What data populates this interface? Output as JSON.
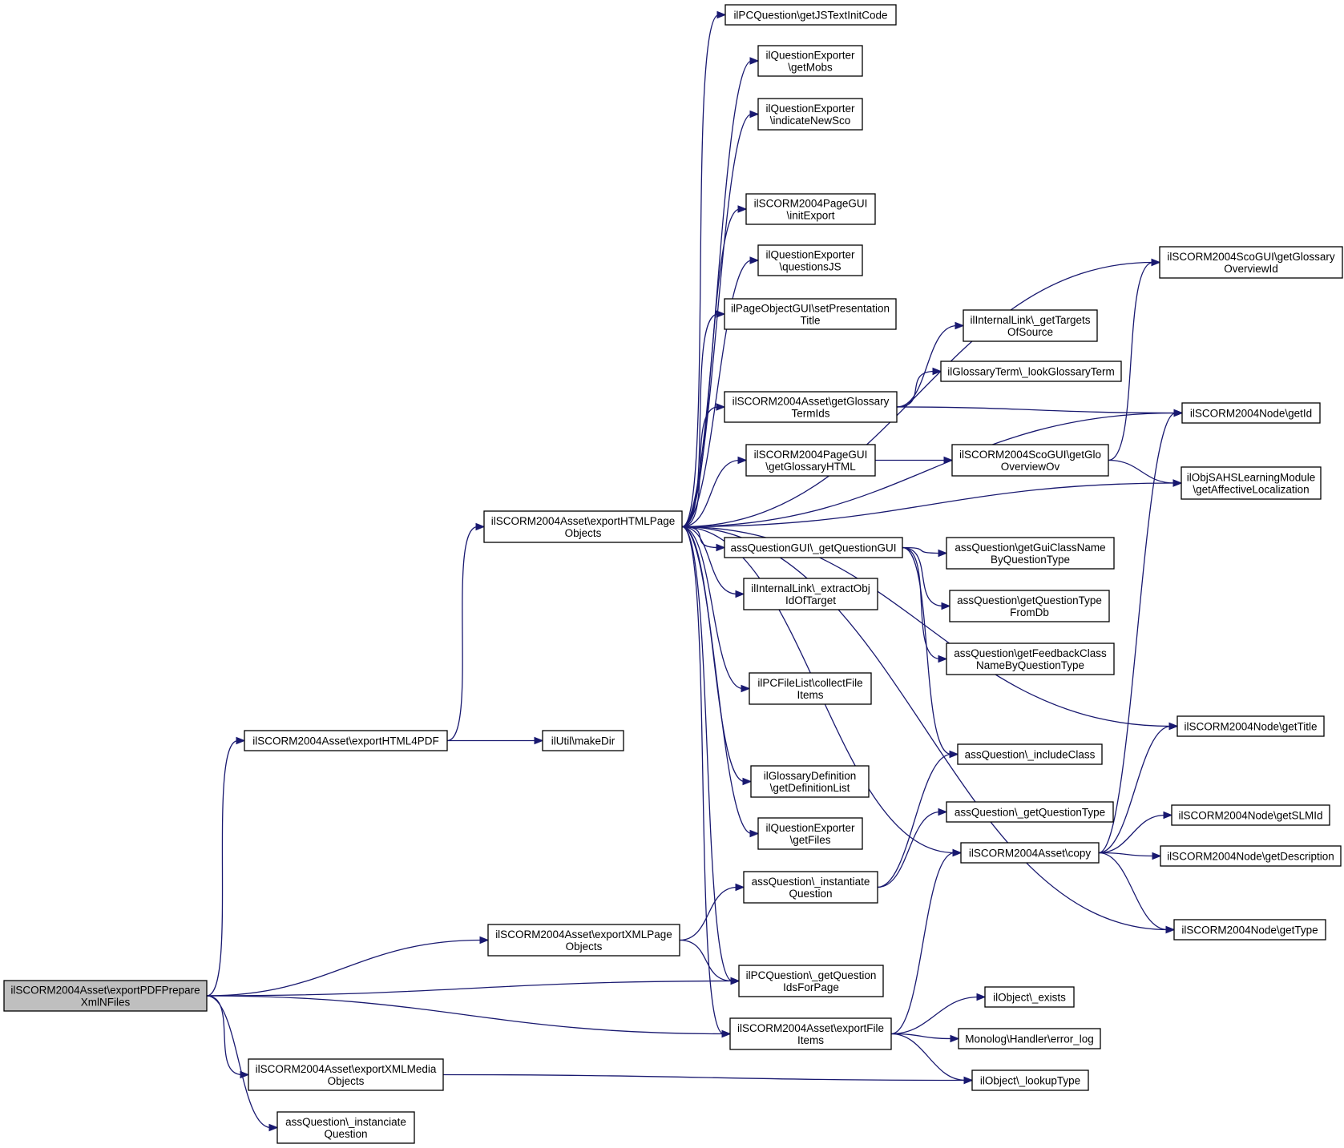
{
  "diagram": {
    "root": "root",
    "nodes": [
      {
        "id": "root",
        "lines": [
          "ilSCORM2004Asset\\exportPDFPrepare",
          "XmlNFiles"
        ]
      },
      {
        "id": "html4pdf",
        "lines": [
          "ilSCORM2004Asset\\exportHTML4PDF"
        ]
      },
      {
        "id": "makedir",
        "lines": [
          "ilUtil\\makeDir"
        ]
      },
      {
        "id": "htmlpage",
        "lines": [
          "ilSCORM2004Asset\\exportHTMLPage",
          "Objects"
        ]
      },
      {
        "id": "jstext",
        "lines": [
          "ilPCQuestion\\getJSTextInitCode"
        ]
      },
      {
        "id": "getmobs",
        "lines": [
          "ilQuestionExporter",
          "\\getMobs"
        ]
      },
      {
        "id": "newsco",
        "lines": [
          "ilQuestionExporter",
          "\\indicateNewSco"
        ]
      },
      {
        "id": "initexport",
        "lines": [
          "ilSCORM2004PageGUI",
          "\\initExport"
        ]
      },
      {
        "id": "questionsjs",
        "lines": [
          "ilQuestionExporter",
          "\\questionsJS"
        ]
      },
      {
        "id": "setpres",
        "lines": [
          "ilPageObjectGUI\\setPresentation",
          "Title"
        ]
      },
      {
        "id": "glossterm",
        "lines": [
          "ilSCORM2004Asset\\getGlossary",
          "TermIds"
        ]
      },
      {
        "id": "glosshtml",
        "lines": [
          "ilSCORM2004PageGUI",
          "\\getGlossaryHTML"
        ]
      },
      {
        "id": "getquestiongui",
        "lines": [
          "assQuestionGUI\\_getQuestionGUI"
        ]
      },
      {
        "id": "extractobj",
        "lines": [
          "ilInternalLink\\_extractObj",
          "IdOfTarget"
        ]
      },
      {
        "id": "collectfile",
        "lines": [
          "ilPCFileList\\collectFile",
          "Items"
        ]
      },
      {
        "id": "getdeflist",
        "lines": [
          "ilGlossaryDefinition",
          "\\getDefinitionList"
        ]
      },
      {
        "id": "getfiles",
        "lines": [
          "ilQuestionExporter",
          "\\getFiles"
        ]
      },
      {
        "id": "instantiateq",
        "lines": [
          "assQuestion\\_instantiate",
          "Question"
        ]
      },
      {
        "id": "xmlpage",
        "lines": [
          "ilSCORM2004Asset\\exportXMLPage",
          "Objects"
        ]
      },
      {
        "id": "getqids",
        "lines": [
          "ilPCQuestion\\_getQuestion",
          "IdsForPage"
        ]
      },
      {
        "id": "exportfile",
        "lines": [
          "ilSCORM2004Asset\\exportFile",
          "Items"
        ]
      },
      {
        "id": "xmlmedia",
        "lines": [
          "ilSCORM2004Asset\\exportXMLMedia",
          "Objects"
        ]
      },
      {
        "id": "instanciateq",
        "lines": [
          "assQuestion\\_instanciate",
          "Question"
        ]
      },
      {
        "id": "gettargets",
        "lines": [
          "ilInternalLink\\_getTargets",
          "OfSource"
        ]
      },
      {
        "id": "lookglossary",
        "lines": [
          "ilGlossaryTerm\\_lookGlossaryTerm"
        ]
      },
      {
        "id": "getglooverviewov",
        "lines": [
          "ilSCORM2004ScoGUI\\getGlo",
          "OverviewOv"
        ]
      },
      {
        "id": "guiclassname",
        "lines": [
          "assQuestion\\getGuiClassName",
          "ByQuestionType"
        ]
      },
      {
        "id": "qtypefromdb",
        "lines": [
          "assQuestion\\getQuestionType",
          "FromDb"
        ]
      },
      {
        "id": "feedbackclass",
        "lines": [
          "assQuestion\\getFeedbackClass",
          "NameByQuestionType"
        ]
      },
      {
        "id": "includeclass",
        "lines": [
          "assQuestion\\_includeClass"
        ]
      },
      {
        "id": "getquestiontype",
        "lines": [
          "assQuestion\\_getQuestionType"
        ]
      },
      {
        "id": "copy",
        "lines": [
          "ilSCORM2004Asset\\copy"
        ]
      },
      {
        "id": "exists",
        "lines": [
          "ilObject\\_exists"
        ]
      },
      {
        "id": "errorlog",
        "lines": [
          "Monolog\\Handler\\error_log"
        ]
      },
      {
        "id": "lookuptype",
        "lines": [
          "ilObject\\_lookupType"
        ]
      },
      {
        "id": "getgloverview",
        "lines": [
          "ilSCORM2004ScoGUI\\getGlossary",
          "OverviewId"
        ]
      },
      {
        "id": "getid",
        "lines": [
          "ilSCORM2004Node\\getId"
        ]
      },
      {
        "id": "affective",
        "lines": [
          "ilObjSAHSLearningModule",
          "\\getAffectiveLocalization"
        ]
      },
      {
        "id": "gettitle",
        "lines": [
          "ilSCORM2004Node\\getTitle"
        ]
      },
      {
        "id": "getslmid",
        "lines": [
          "ilSCORM2004Node\\getSLMId"
        ]
      },
      {
        "id": "getdesc",
        "lines": [
          "ilSCORM2004Node\\getDescription"
        ]
      },
      {
        "id": "gettype",
        "lines": [
          "ilSCORM2004Node\\getType"
        ]
      }
    ],
    "edges": [
      [
        "root",
        "html4pdf"
      ],
      [
        "root",
        "xmlpage"
      ],
      [
        "root",
        "getqids"
      ],
      [
        "root",
        "exportfile"
      ],
      [
        "root",
        "xmlmedia"
      ],
      [
        "root",
        "instanciateq"
      ],
      [
        "html4pdf",
        "makedir"
      ],
      [
        "html4pdf",
        "htmlpage"
      ],
      [
        "htmlpage",
        "jstext"
      ],
      [
        "htmlpage",
        "getmobs"
      ],
      [
        "htmlpage",
        "newsco"
      ],
      [
        "htmlpage",
        "initexport"
      ],
      [
        "htmlpage",
        "questionsjs"
      ],
      [
        "htmlpage",
        "setpres"
      ],
      [
        "htmlpage",
        "glossterm"
      ],
      [
        "htmlpage",
        "glosshtml"
      ],
      [
        "htmlpage",
        "getquestiongui"
      ],
      [
        "htmlpage",
        "extractobj"
      ],
      [
        "htmlpage",
        "collectfile"
      ],
      [
        "htmlpage",
        "getdeflist"
      ],
      [
        "htmlpage",
        "getfiles"
      ],
      [
        "htmlpage",
        "getqids"
      ],
      [
        "htmlpage",
        "exportfile"
      ],
      [
        "htmlpage",
        "getgloverview"
      ],
      [
        "htmlpage",
        "getid"
      ],
      [
        "htmlpage",
        "affective"
      ],
      [
        "htmlpage",
        "gettitle"
      ],
      [
        "htmlpage",
        "copy"
      ],
      [
        "htmlpage",
        "gettype"
      ],
      [
        "glossterm",
        "gettargets"
      ],
      [
        "glossterm",
        "lookglossary"
      ],
      [
        "glossterm",
        "getid"
      ],
      [
        "glosshtml",
        "getglooverviewov"
      ],
      [
        "getglooverviewov",
        "getgloverview"
      ],
      [
        "getglooverviewov",
        "affective"
      ],
      [
        "getquestiongui",
        "guiclassname"
      ],
      [
        "getquestiongui",
        "qtypefromdb"
      ],
      [
        "getquestiongui",
        "feedbackclass"
      ],
      [
        "getquestiongui",
        "includeclass"
      ],
      [
        "instantiateq",
        "includeclass"
      ],
      [
        "instantiateq",
        "getquestiontype"
      ],
      [
        "xmlpage",
        "instantiateq"
      ],
      [
        "xmlpage",
        "getqids"
      ],
      [
        "exportfile",
        "copy"
      ],
      [
        "exportfile",
        "exists"
      ],
      [
        "exportfile",
        "errorlog"
      ],
      [
        "exportfile",
        "lookuptype"
      ],
      [
        "xmlmedia",
        "lookuptype"
      ],
      [
        "copy",
        "getid"
      ],
      [
        "copy",
        "gettitle"
      ],
      [
        "copy",
        "getslmid"
      ],
      [
        "copy",
        "getdesc"
      ],
      [
        "copy",
        "gettype"
      ]
    ]
  }
}
